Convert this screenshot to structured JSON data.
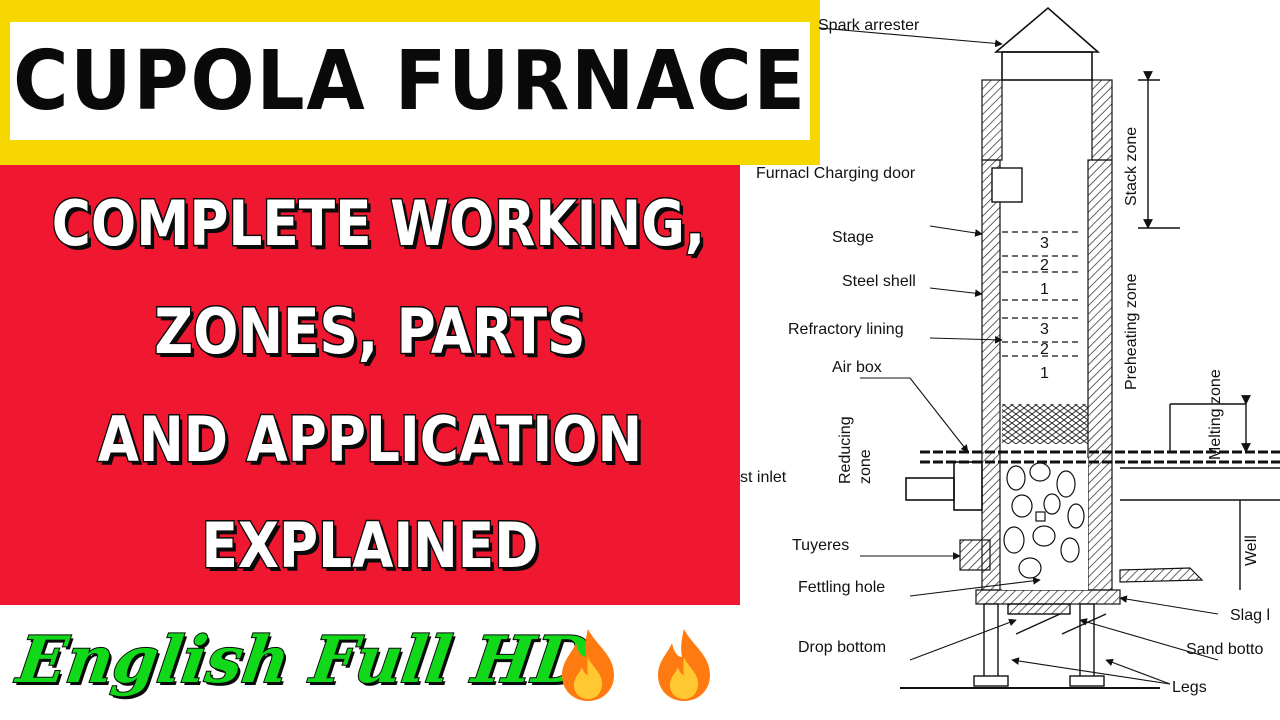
{
  "title": "CUPOLA FURNACE",
  "subtitle_lines": [
    "COMPLETE WORKING,",
    "ZONES, PARTS",
    "AND APPLICATION",
    "EXPLAINED"
  ],
  "badge": "English Full HD",
  "colors": {
    "title_band": "#f6d800",
    "subtitle_panel": "#f01830",
    "badge_text": "#12d81a",
    "flame": "#ff7a10"
  },
  "icons": [
    "fire-emoji-icon",
    "fire-emoji-icon"
  ],
  "diagram": {
    "labels": {
      "spark_arrester": "Spark arrester",
      "charging_door": "Furnacl Charging door",
      "stage": "Stage",
      "steel_shell": "Steel shell",
      "refractory_lining": "Refractory lining",
      "air_box": "Air box",
      "blast_inlet": "st inlet",
      "tuyeres": "Tuyeres",
      "fettling_hole": "Fettling hole",
      "drop_bottom": "Drop bottom",
      "slag": "Slag l",
      "sand_bottom": "Sand botto",
      "legs": "Legs"
    },
    "zones": {
      "stack": "Stack zone",
      "preheating": "Preheating zone",
      "melting": "Melting zone",
      "reducing_line1": "Reducing",
      "reducing_line2": "zone",
      "well": "Well"
    },
    "stage_numbers_upper": [
      "3",
      "2",
      "1"
    ],
    "stage_numbers_lower": [
      "3",
      "2",
      "1"
    ]
  }
}
